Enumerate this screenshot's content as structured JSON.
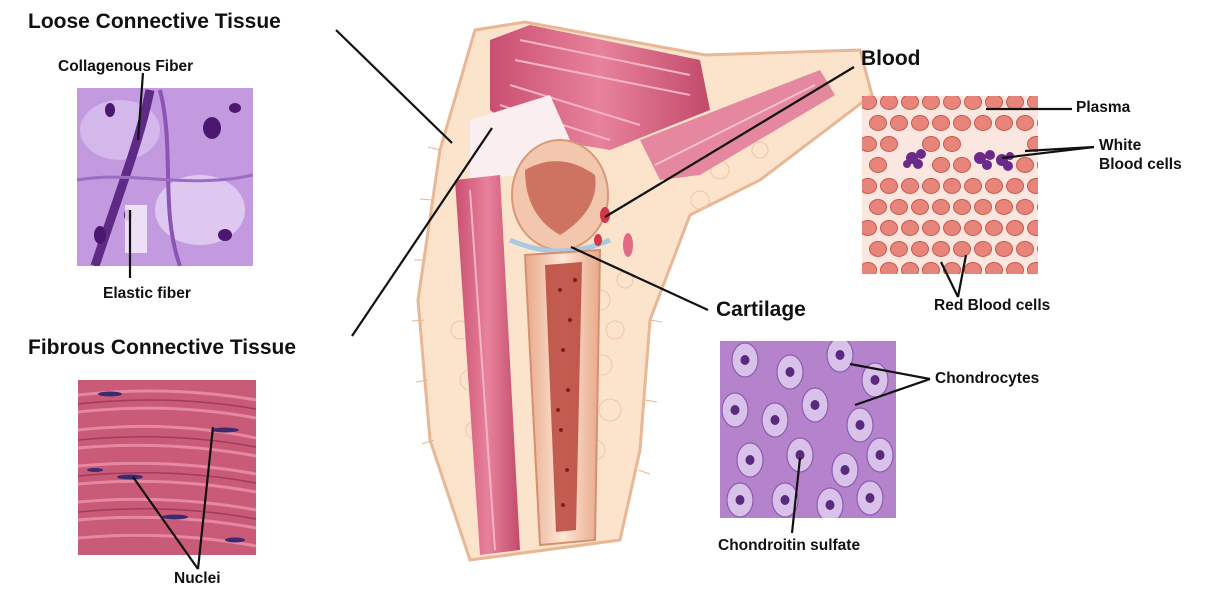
{
  "labels": {
    "loose_connective_tissue": "Loose Connective Tissue",
    "collagenous_fiber": "Collagenous Fiber",
    "elastic_fiber": "Elastic fiber",
    "fibrous_connective_tissue": "Fibrous Connective Tissue",
    "nuclei": "Nuclei",
    "blood": "Blood",
    "plasma": "Plasma",
    "white_blood_cells_line1": "White",
    "white_blood_cells_line2": "Blood cells",
    "red_blood_cells": "Red Blood cells",
    "cartilage": "Cartilage",
    "chondrocytes": "Chondrocytes",
    "chondroitin_sulfate": "Chondroitin sulfate"
  },
  "colors": {
    "loose_tissue_bg": "#b98ad6",
    "fibrous_tissue_bg": "#c8607c",
    "blood_bg": "#fbe7df",
    "red_blood_cell": "#e8857a",
    "white_blood_cell": "#6b2a8a",
    "cartilage_bg": "#b07cc8",
    "muscle": "#d9607e",
    "skin": "#f9dcc0",
    "bone_marrow": "#b8443a"
  }
}
